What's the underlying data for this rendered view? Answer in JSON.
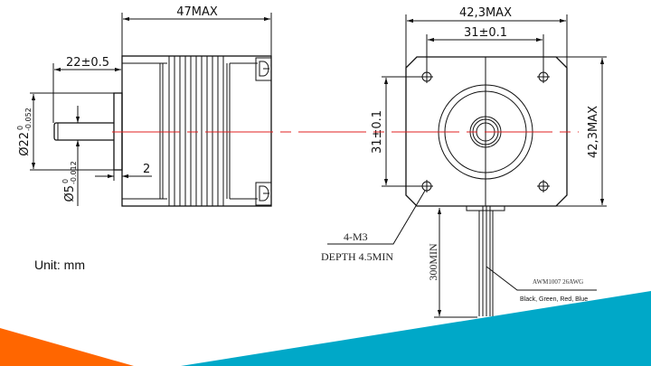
{
  "side_view": {
    "length_label": "47MAX",
    "shaft_length_label": "22±0.5",
    "boss_diameter_label": "Ø22",
    "boss_diameter_tol_upper": "0",
    "boss_diameter_tol_lower": "-0.052",
    "shaft_diameter_label": "Ø5",
    "shaft_diameter_tol_upper": "0",
    "shaft_diameter_tol_lower": "-0.012",
    "boss_height_label": "2"
  },
  "front_view": {
    "width_label": "42,3MAX",
    "hole_spacing_h_label": "31±0.1",
    "hole_spacing_v_label": "31±0.1",
    "height_label": "42,3MAX",
    "hole_callout": "4-M3",
    "hole_depth": "DEPTH 4.5MIN",
    "cable_length_label": "300MIN",
    "wire_spec": "AWM1007 26AWG",
    "wire_colors": "Black, Green, Red, Blue"
  },
  "unit_label": "Unit: mm",
  "colors": {
    "centerline": "#e02020",
    "accent_orange": "#ff6600",
    "accent_teal": "#00a8c8"
  }
}
